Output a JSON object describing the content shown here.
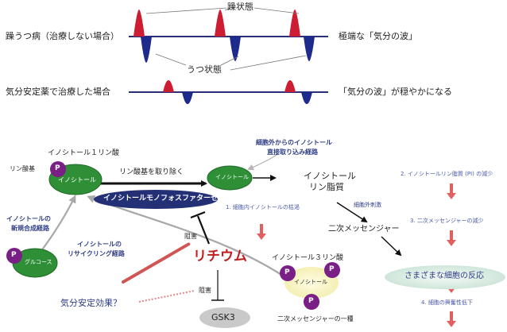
{
  "top": {
    "manic_label": "躁状態",
    "depressive_label": "うつ状態",
    "row1_left": "躁うつ病（治療しない場合）",
    "row1_right": "極端な「気分の波」",
    "row2_left": "気分安定薬で治療した場合",
    "row2_right": "「気分の波」が穏やかになる"
  },
  "pathway": {
    "ip1_label": "イノシトール１リン酸",
    "phosphate_label": "リン酸基",
    "p_symbol": "P",
    "inositol_node": "イノシトール",
    "remove_phosphate": "リン酸基を取り除く",
    "impase": "イノシトールモノフォスファターゼ",
    "inositol_free": "イノシトール",
    "external_uptake_line1": "細胞外からのイノシトール",
    "external_uptake_line2": "直接取り込み経路",
    "pi_line1": "イノシトール",
    "pi_line2": "リン脂質",
    "extracellular_stimulus": "細胞外刺激",
    "second_messenger": "二次メッセンジャー",
    "cell_response": "さまざまな細胞の反応",
    "denovo_line1": "イノシトールの",
    "denovo_line2": "新規合成経路",
    "recycling_line1": "イノシトールの",
    "recycling_line2": "リサイクリング経路",
    "glucose": "グルコース",
    "inhibit1": "阻害",
    "inhibit2": "阻害",
    "lithium": "リチウム",
    "ip3_label": "イノシトール３リン酸",
    "ip3_center": "イノシトール",
    "ip3_caption": "二次メッセンジャーの一種",
    "mood_effect": "気分安定効果？",
    "gsk3": "GSK3",
    "step1": "1. 細胞内イノシトールの枯渇",
    "step2": "2. イノシトールリン脂質 (PI) の減少",
    "step3": "3. 二次メッセンジャーの減少",
    "step4": "4. 細胞の興奮性低下"
  },
  "colors": {
    "manic": "#cc1d33",
    "depressive": "#1e2a8c",
    "green_node": "#2f8f36",
    "purple_node": "#7a1f86",
    "navy_oval": "#243076",
    "red_arrow": "#e06060",
    "lithium_red": "#c01f1f"
  }
}
